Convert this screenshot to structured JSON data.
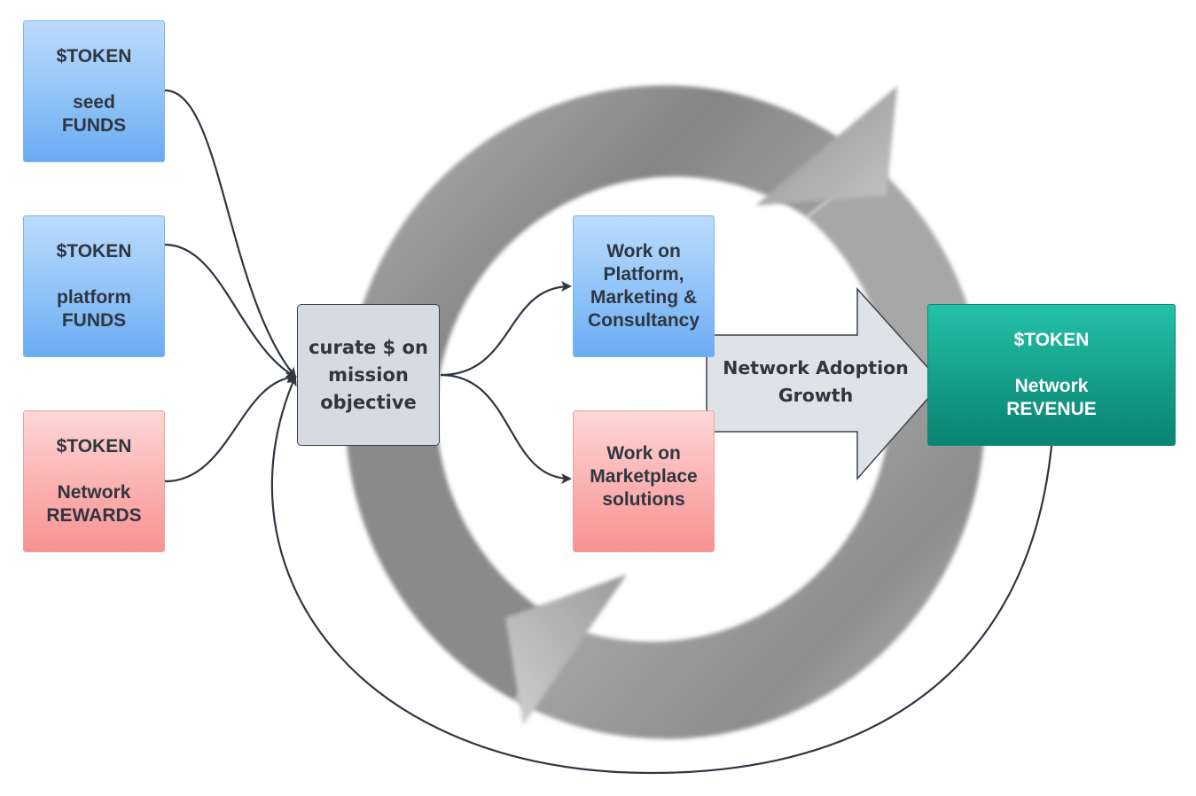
{
  "diagram": {
    "sources": [
      {
        "id": "seed",
        "title": "$TOKEN",
        "lines": [
          "seed",
          "FUNDS"
        ]
      },
      {
        "id": "platform",
        "title": "$TOKEN",
        "lines": [
          "platform",
          "FUNDS"
        ]
      },
      {
        "id": "rewards",
        "title": "$TOKEN",
        "lines": [
          "Network",
          "REWARDS"
        ]
      }
    ],
    "curate": {
      "lines": [
        "curate $ on",
        "mission",
        "objective"
      ]
    },
    "work_platform": {
      "lines": [
        "Work on",
        "Platform,",
        "Marketing &",
        "Consultancy"
      ]
    },
    "work_marketplace": {
      "lines": [
        "Work on",
        "Marketplace",
        "solutions"
      ]
    },
    "growth_arrow": {
      "lines": [
        "Network Adoption",
        "Growth"
      ]
    },
    "revenue": {
      "title": "$TOKEN",
      "lines": [
        "Network",
        "REVENUE"
      ]
    },
    "colors": {
      "blue_box": "#8fc3f8",
      "red_box": "#fbb0b0",
      "teal_box": "#139a85",
      "grey_box": "#d7dbe1",
      "connector": "#2f3640",
      "cycle_arrow": "#9a9a9a"
    },
    "connections": [
      [
        "seed",
        "curate"
      ],
      [
        "platform",
        "curate"
      ],
      [
        "rewards",
        "curate"
      ],
      [
        "curate",
        "work_platform"
      ],
      [
        "curate",
        "work_marketplace"
      ],
      [
        "revenue",
        "curate"
      ]
    ]
  }
}
